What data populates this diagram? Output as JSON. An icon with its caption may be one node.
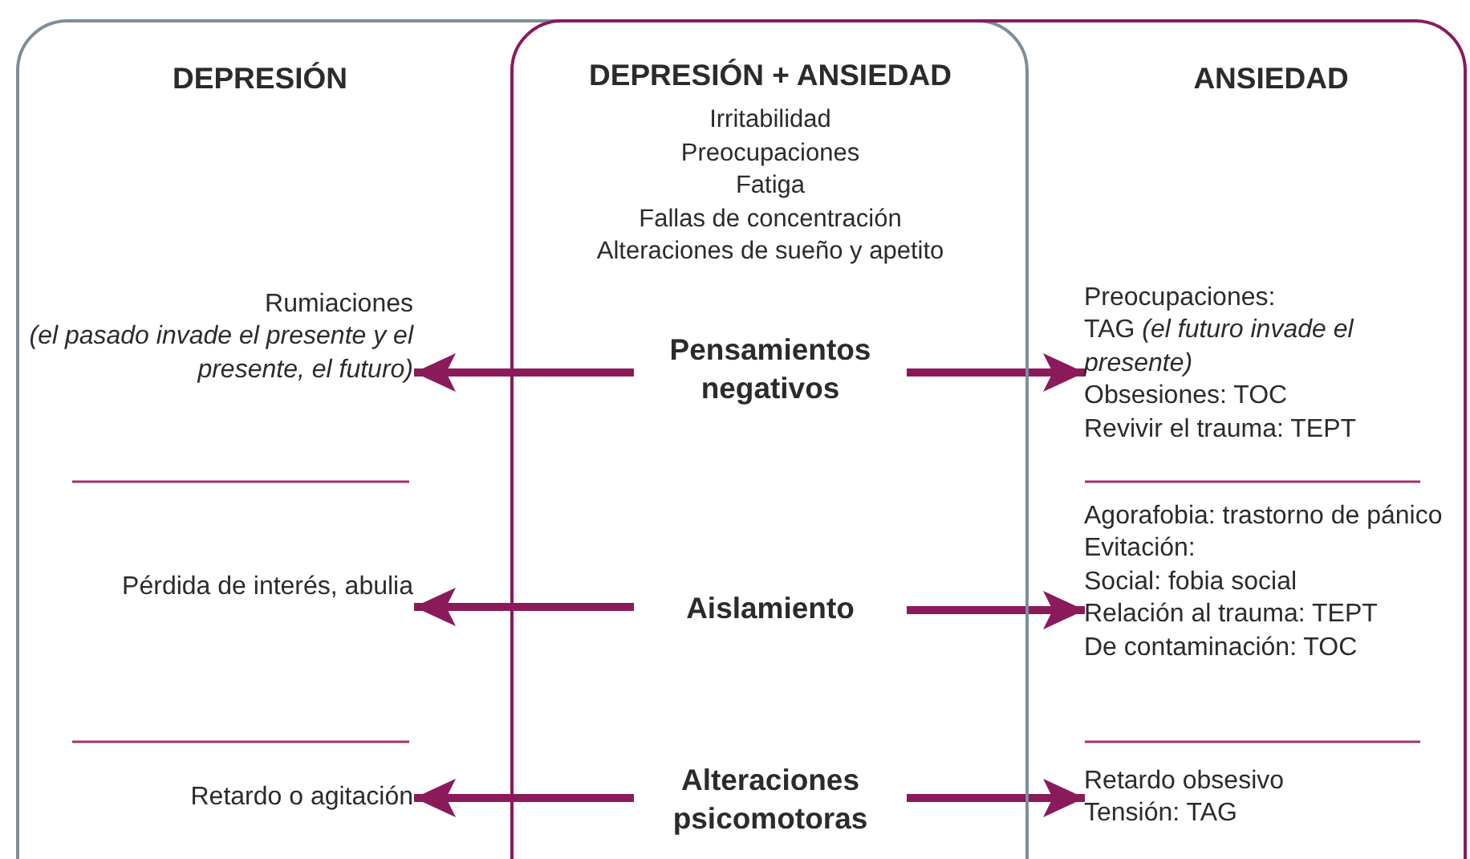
{
  "diagram": {
    "nodes": [
      {
        "text": [
          "DEPRESIÓN"
        ]
      },
      {
        "text": [
          "ANSIEDAD"
        ]
      },
      {
        "text": [
          "Rumiaciones *(el pasado invade el presente y el presente, el futuro)*"
        ],
        "in": 0
      },
      {
        "text": [
          "Pensamientos negativos"
        ]
      },
      {
        "text": [
          "Preocupaciones:",
          "TAG *(el futuro invade el presente)*",
          "Obsesiones: TOC",
          "Revivir el trauma: TEPT"
        ],
        "in": 1
      },
      {
        "text": [
          "Pérdida de interés, abulia"
        ],
        "in": 0
      },
      {
        "text": [
          "Aislamiento"
        ]
      },
      {
        "text": [
          "Agorafobia: trastorno de pánico",
          "Evitación:",
          "Social: fobia social",
          "Relación al trauma: TEPT",
          "De contaminación: TOC"
        ],
        "in": 1
      },
      {
        "text": [
          "Retardo o agitación"
        ],
        "in": 0
      },
      {
        "text": [
          "Alteraciones psicomotoras"
        ]
      },
      {
        "text": [
          "Retardo obsesivo",
          "Tensión: TAG"
        ],
        "in": 1
      }
    ],
    "edges": [
      {
        "from": 3,
        "to": 2,
        "arrow": "to"
      },
      {
        "from": 3,
        "to": 4,
        "arrow": "to"
      },
      {
        "from": 6,
        "to": 5,
        "arrow": "to"
      },
      {
        "from": 6,
        "to": 7,
        "arrow": "to"
      },
      {
        "from": 9,
        "to": 8,
        "arrow": "to"
      },
      {
        "from": 9,
        "to": 10,
        "arrow": "to"
      }
    ],
    "labels": [
      "DEPRESIÓN + ANSIEDAD",
      "Irritabilidad",
      "Preocupaciones",
      "Fatiga",
      "Fallas de concentración",
      "Alteraciones de sueño y apetito"
    ]
  }
}
